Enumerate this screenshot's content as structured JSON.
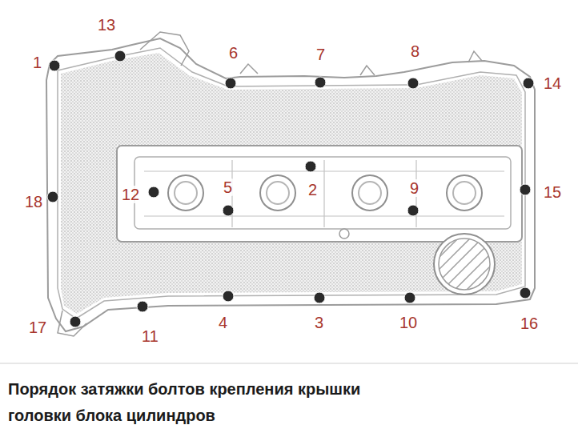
{
  "diagram": {
    "caption": "Порядок затяжки болтов крепления крышки головки блока цилиндров",
    "labels": [
      "13",
      "1",
      "6",
      "7",
      "8",
      "14",
      "2",
      "5",
      "9",
      "12",
      "18",
      "15",
      "4",
      "3",
      "10",
      "11",
      "17",
      "16"
    ]
  }
}
